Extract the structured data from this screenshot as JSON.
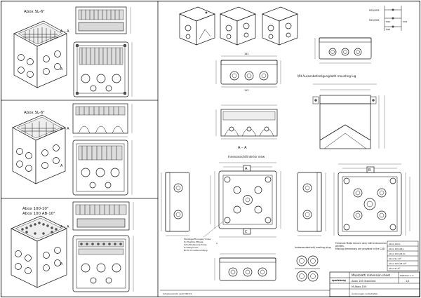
{
  "left_panel": {
    "section1": {
      "label": "Abox SL-6²",
      "section_mark": "A – A"
    },
    "section2": {
      "label": "Abox SL-6²",
      "section_mark": "A – A"
    },
    "section3": {
      "label_line1": "Abox 100-10²",
      "label_line2": "Abox 100 AB-10²",
      "section_mark": "A – A"
    }
  },
  "views": {
    "mounting_lug_title": "Mit Aussenbefestigung/with mounting lug",
    "interior_view_title": "Innenansicht/interior view",
    "sealing_plug_title": "Insbesonderheit/ sealing plug",
    "section_mark": "A – A",
    "markers": [
      "A",
      "A",
      "B",
      "C"
    ]
  },
  "circuit": {
    "labels": [
      "M20/M32",
      "M25/M32",
      "M20",
      "M25",
      "M32"
    ]
  },
  "notes": {
    "mounting_note": [
      "Montageöffnungen/ holes",
      "for flexible fittings",
      "Schutzleiteranschluss",
      "for PE/ground",
      "Nicht im Lieferumfang"
    ],
    "dimension_note": [
      "Fehlende Maße können dem CAD entnommen",
      "werden.",
      "Missing dimensions are provided in the CAD"
    ]
  },
  "variants_table": {
    "rows": [
      "Abox 100-L",
      "Abox 100-AB-L",
      "Abox 100-AB-SL",
      "Abox SL-10²",
      "Abox 100-AB-10²",
      "Abox SL-6²"
    ]
  },
  "title_block": {
    "sheet_title": "Massblatt/ dimension sheet",
    "product": "Abox 100 Standard",
    "doc_number": "M-Abox-100",
    "scale": "Maßstab: 1:2",
    "sheet": "1/1",
    "company": "spelsberg",
    "footer_left": "Urheberschutz nach DIN 34",
    "footer_right": "Änderungen vorbehalten"
  }
}
